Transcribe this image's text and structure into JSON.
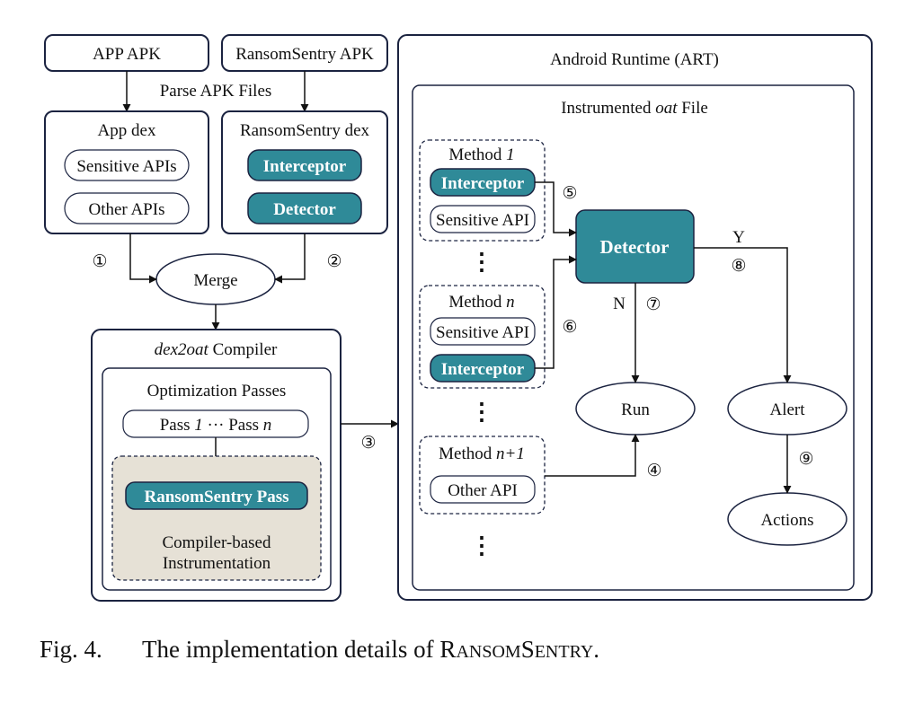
{
  "nodes": {
    "app_apk": "APP APK",
    "rs_apk": "RansomSentry APK",
    "parse": "Parse APK Files",
    "app_dex": "App dex",
    "sensitive_apis": "Sensitive APIs",
    "other_apis": "Other APIs",
    "rs_dex": "RansomSentry dex",
    "interceptor": "Interceptor",
    "detector": "Detector",
    "merge": "Merge",
    "compiler_italic": "dex2oat",
    "compiler_rest": " Compiler",
    "opt_passes": "Optimization Passes",
    "pass_prefix": "Pass ",
    "pass_1": "1",
    "pass_mid": " ··· Pass ",
    "pass_n": "n",
    "rs_pass": "RansomSentry Pass",
    "cbi_line1": "Compiler-based",
    "cbi_line2": "Instrumentation",
    "art": "Android Runtime (ART)",
    "oat_prefix": "Instrumented ",
    "oat_italic": "oat",
    "oat_suffix": " File",
    "method": "Method ",
    "method1_idx": "1",
    "methodn_idx": "n",
    "methodn1_idx": "n+1",
    "sensitive_api": "Sensitive API",
    "other_api": "Other API",
    "run": "Run",
    "alert": "Alert",
    "actions": "Actions",
    "yes": "Y",
    "no": "N",
    "dots": "⋮"
  },
  "steps": [
    "①",
    "②",
    "③",
    "④",
    "⑤",
    "⑥",
    "⑦",
    "⑧",
    "⑨"
  ],
  "caption": {
    "prefix": "Fig. 4.",
    "text": "The implementation details of ",
    "name_r": "R",
    "name_ansom": "ANSOM",
    "name_s": "S",
    "name_entry": "ENTRY",
    "period": "."
  },
  "colors": {
    "accent": "#2f8a98",
    "border": "#1b2340",
    "beige": "#e6e1d6"
  }
}
